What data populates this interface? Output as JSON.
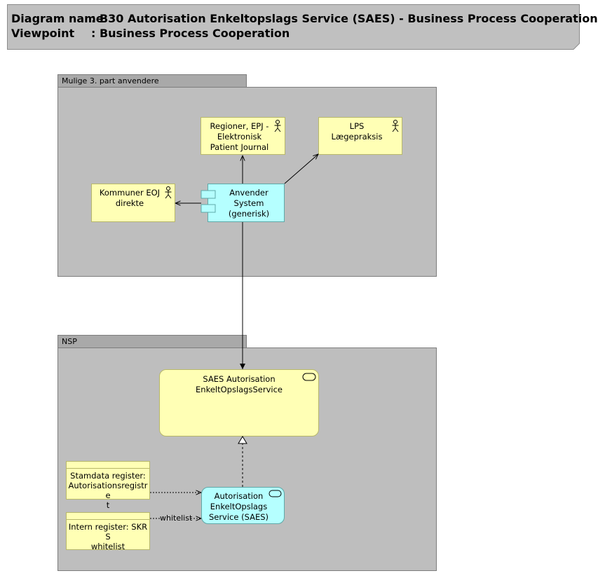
{
  "header": {
    "name_label": "Diagram name",
    "name_value": ": B30 Autorisation Enkeltopslags Service (SAES) - Business Process Cooperation",
    "viewpoint_label": "Viewpoint",
    "viewpoint_value": ": Business Process Cooperation"
  },
  "groups": {
    "third_party": {
      "title": "Mulige 3. part anvendere"
    },
    "nsp": {
      "title": "NSP"
    }
  },
  "elements": {
    "regioner": {
      "lines": [
        "Regioner, EPJ -",
        "Elektronisk",
        "Patient Journal"
      ]
    },
    "lps": {
      "lines": [
        "LPS",
        "Lægepraksis"
      ]
    },
    "kommuner": {
      "lines": [
        "Kommuner EOJ",
        "direkte"
      ]
    },
    "anvender": {
      "lines": [
        "Anvender System",
        "(generisk)"
      ]
    },
    "saes_business": {
      "lines": [
        "SAES Autorisation",
        "EnkeltOpslagsService"
      ]
    },
    "saes_app": {
      "lines": [
        "Autorisation",
        "EnkeltOpslags",
        "Service (SAES)"
      ]
    },
    "stamdata": {
      "lines": [
        "Stamdata register:",
        "Autorisationsregistre",
        "t"
      ]
    },
    "intern": {
      "lines": [
        "Intern register: SKRS",
        "whitelist"
      ]
    }
  },
  "edges": {
    "whitelist_label": "whitelist"
  },
  "colors": {
    "actor_fill": "#ffffb5",
    "application_fill": "#b5ffff",
    "group_fill": "#bebebe",
    "group_tab_fill": "#a9a9a9",
    "header_fill": "#c0c0c0"
  }
}
